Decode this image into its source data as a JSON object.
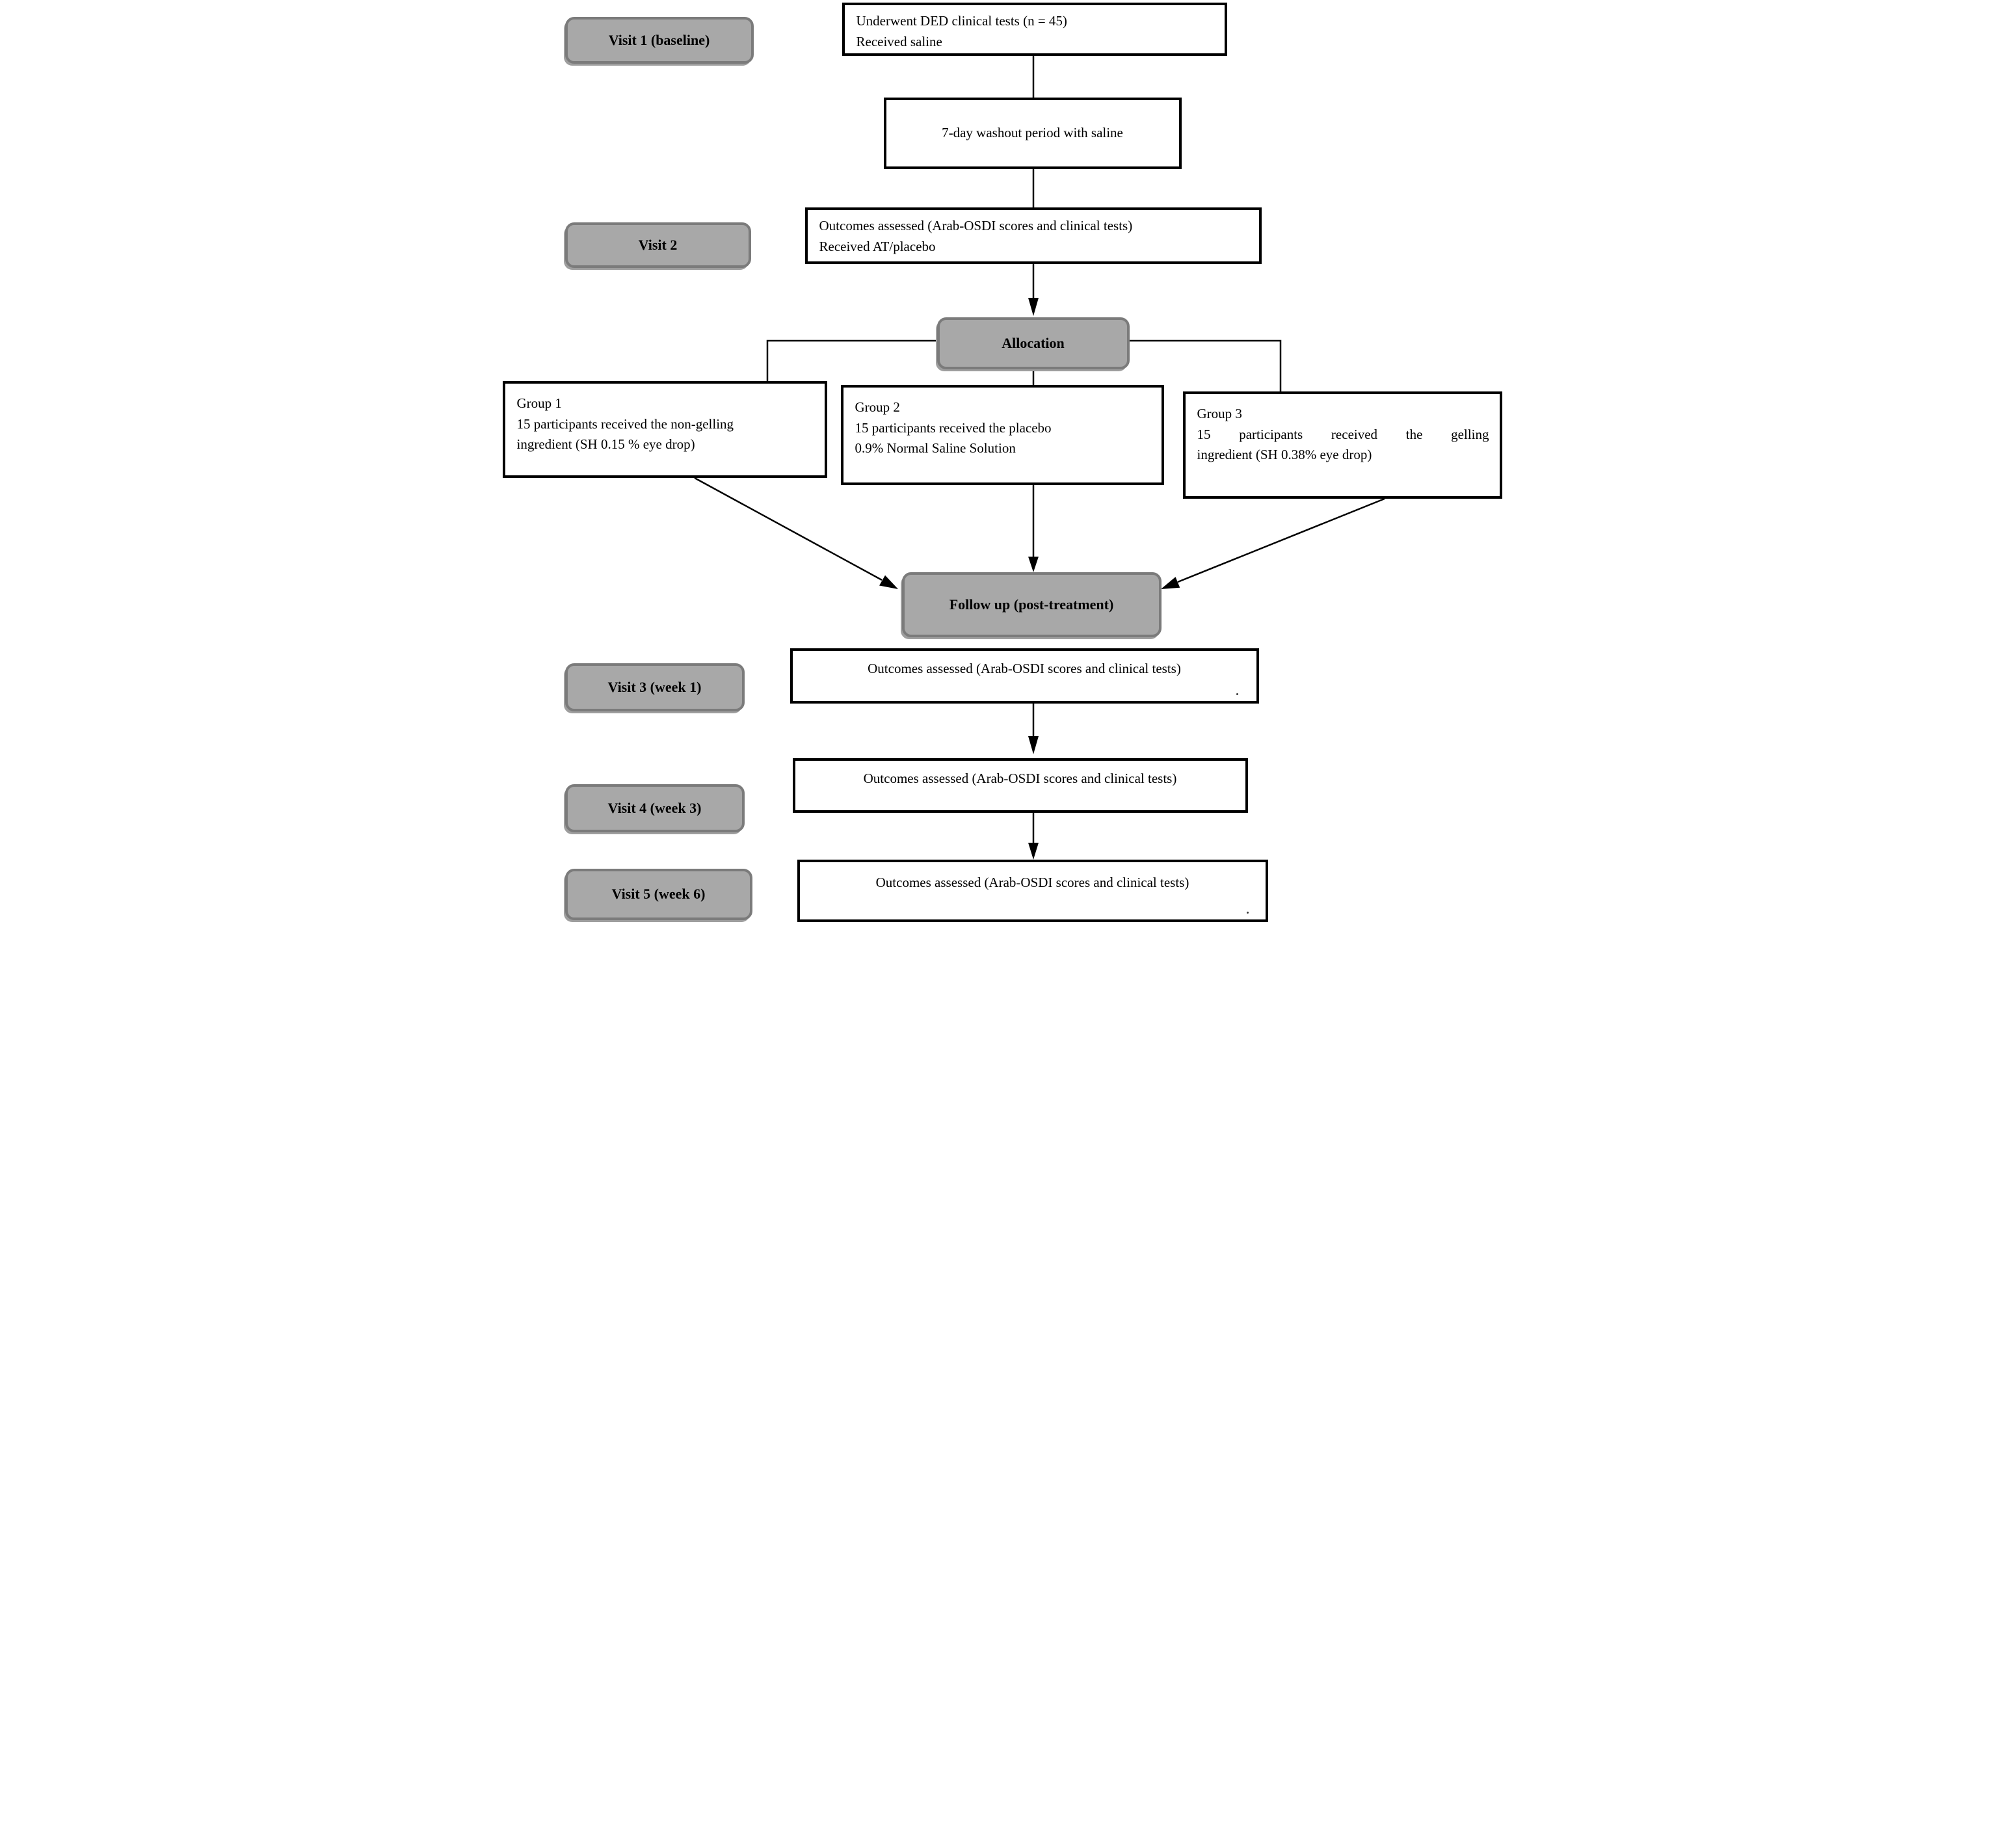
{
  "figure": {
    "colors": {
      "background": "#ffffff",
      "stage_fill": "#a8a8a8",
      "stage_border": "#7b7b7b",
      "process_border": "#000000",
      "text": "#000000",
      "connector": "#000000"
    },
    "stages": {
      "visit1": {
        "label": "Visit 1 (baseline)"
      },
      "visit2": {
        "label": "Visit 2"
      },
      "allocation": {
        "label": "Allocation"
      },
      "followup": {
        "label": "Follow up (post-treatment)"
      },
      "visit3": {
        "label": "Visit 3 (week 1)"
      },
      "visit4": {
        "label": "Visit 4 (week 3)"
      },
      "visit5": {
        "label": "Visit 5 (week 6)"
      }
    },
    "boxes": {
      "baseline": {
        "line1": "Underwent DED clinical tests (n = 45)",
        "line2": "Received saline"
      },
      "washout": {
        "text": "7-day washout period with saline"
      },
      "visit2_outcomes": {
        "line1": "Outcomes assessed (Arab-OSDI scores and clinical tests)",
        "line2": "Received AT/placebo"
      },
      "group1": {
        "title": "Group 1",
        "line1": "15 participants received the non-gelling",
        "line2": "ingredient (SH 0.15 % eye drop)"
      },
      "group2": {
        "title": "Group 2",
        "line1": "15 participants received the placebo",
        "line2": "0.9% Normal Saline Solution"
      },
      "group3": {
        "title": "Group 3",
        "line1": "15 participants received the gelling",
        "line2": "ingredient (SH 0.38% eye drop)"
      },
      "visit3_outcomes": {
        "text": "Outcomes assessed (Arab-OSDI scores and clinical tests)"
      },
      "visit4_outcomes": {
        "text": "Outcomes assessed (Arab-OSDI scores and clinical tests)"
      },
      "visit5_outcomes": {
        "text": "Outcomes assessed (Arab-OSDI scores and clinical tests)"
      }
    }
  }
}
